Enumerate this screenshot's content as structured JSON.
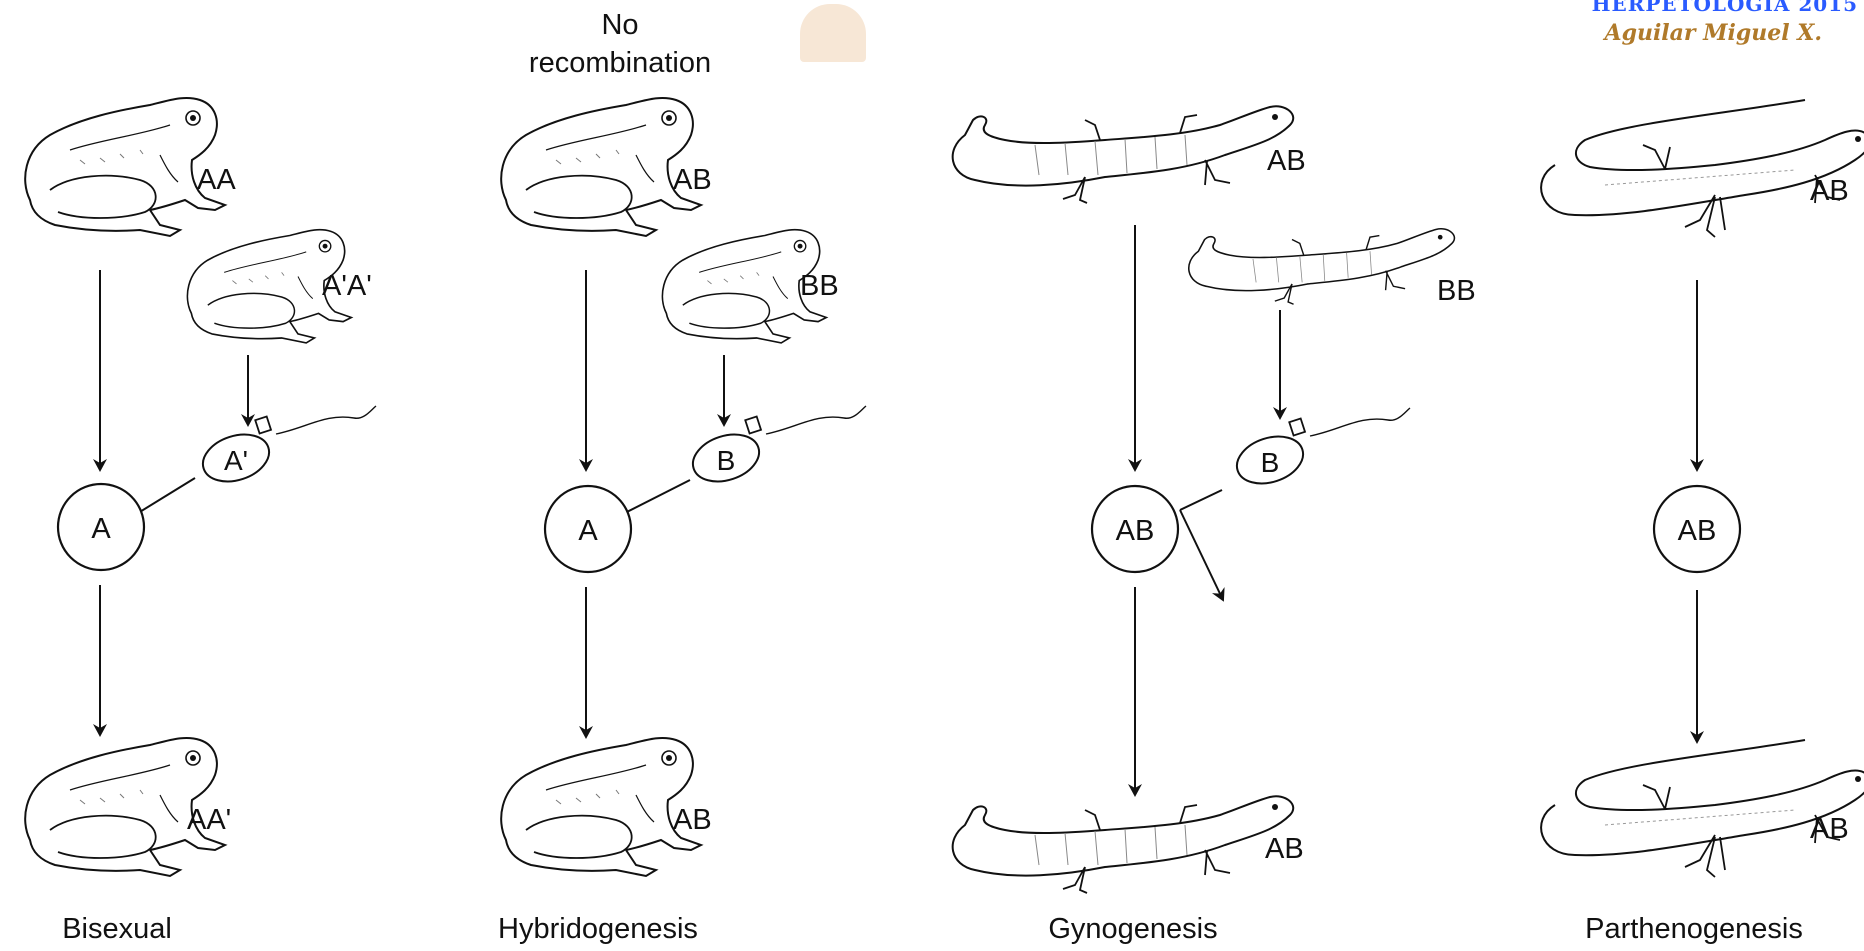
{
  "header": {
    "course": "HERPETOLOGIA 2015",
    "author": "Aguilar Miguel X."
  },
  "note": "No\nrecombination",
  "columns": [
    {
      "title": "Bisexual",
      "parent1": "AA",
      "parent2": "A'A'",
      "gamete": "A'",
      "egg": "A",
      "offspring": "AA'"
    },
    {
      "title": "Hybridogenesis",
      "parent1": "AB",
      "parent2": "BB",
      "gamete": "B",
      "egg": "A",
      "offspring": "AB"
    },
    {
      "title": "Gynogenesis",
      "parent1": "AB",
      "parent2": "BB",
      "gamete": "B",
      "egg": "AB",
      "offspring": "AB"
    },
    {
      "title": "Parthenogenesis",
      "parent1": "AB",
      "egg": "AB",
      "offspring": "AB"
    }
  ],
  "colors": {
    "header_course": "#2a5bff",
    "header_author": "#b07a2a",
    "line": "#111111"
  }
}
